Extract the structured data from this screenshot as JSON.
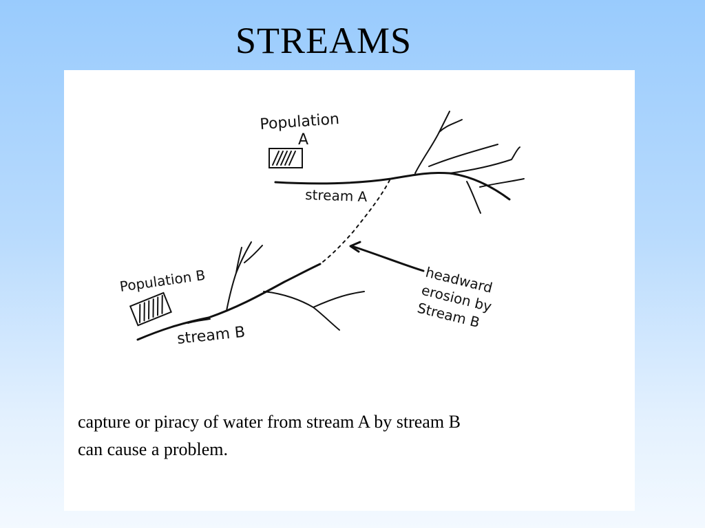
{
  "slide": {
    "title": "STREAMS"
  },
  "sketch": {
    "population_a": {
      "line1": "Population",
      "line2": "A"
    },
    "population_b": "Population B",
    "stream_a": "stream A",
    "stream_b": "stream B",
    "annotation": [
      "headward",
      "erosion by",
      "Stream B"
    ]
  },
  "caption": {
    "line1": "capture or piracy of water from stream A by stream B",
    "line2": "can cause a problem."
  }
}
